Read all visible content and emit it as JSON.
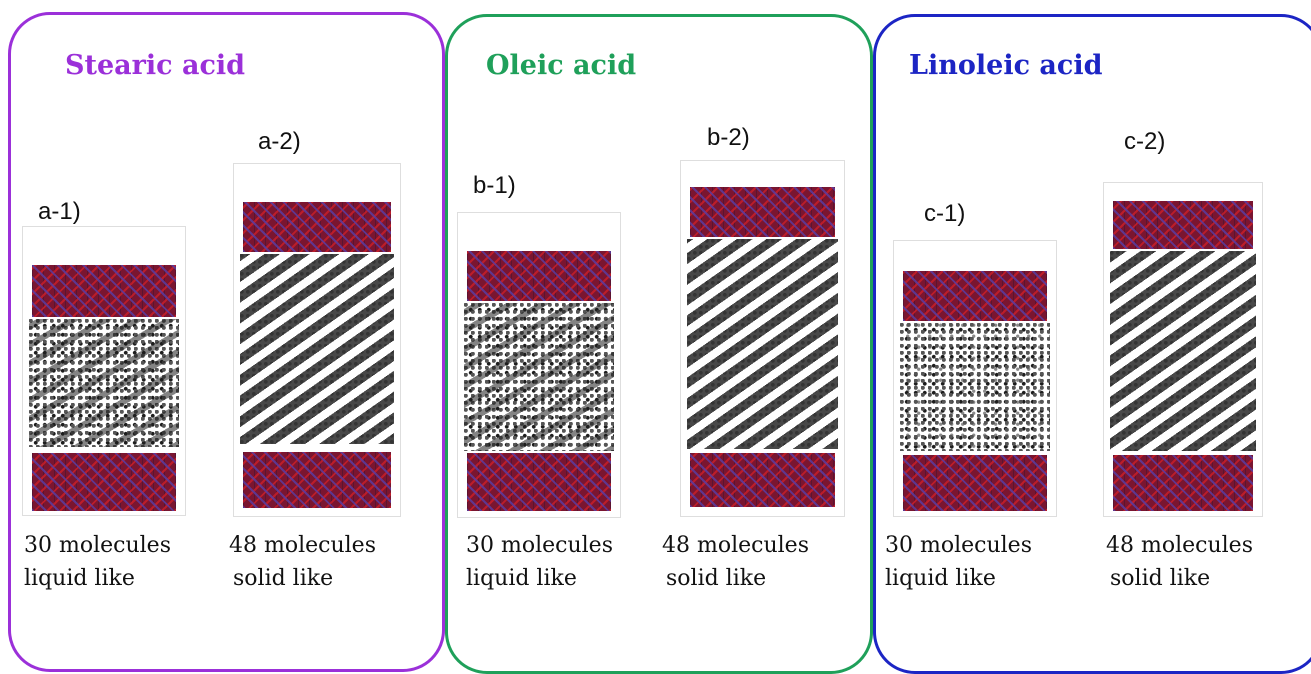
{
  "groups": [
    {
      "title": "Stearic acid",
      "color": "#9b30d9",
      "panels": [
        {
          "label": "a-1)",
          "count_text": "30 molecules",
          "phase_text": "liquid like"
        },
        {
          "label": "a-2)",
          "count_text": "48 molecules",
          "phase_text": "solid like"
        }
      ]
    },
    {
      "title": "Oleic acid",
      "color": "#1fa05a",
      "panels": [
        {
          "label": "b-1)",
          "count_text": "30 molecules",
          "phase_text": "liquid like"
        },
        {
          "label": "b-2)",
          "count_text": "48 molecules",
          "phase_text": "solid like"
        }
      ]
    },
    {
      "title": "Linoleic acid",
      "color": "#1c25c4",
      "panels": [
        {
          "label": "c-1)",
          "count_text": "30 molecules",
          "phase_text": "liquid like"
        },
        {
          "label": "c-2)",
          "count_text": "48 molecules",
          "phase_text": "solid like"
        }
      ]
    }
  ]
}
